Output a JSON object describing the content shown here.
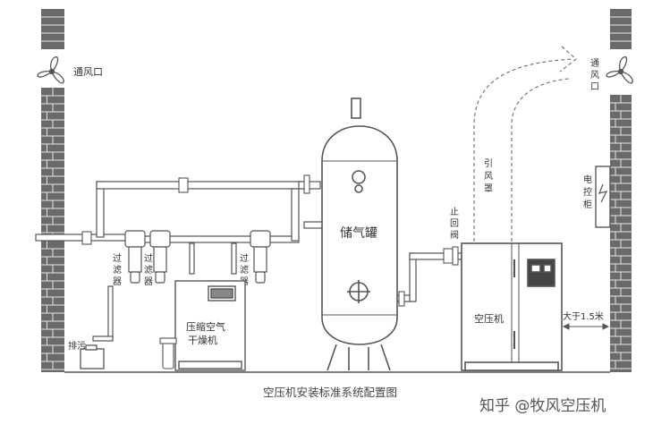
{
  "labels": {
    "vent_left": "通风口",
    "vent_right_col": [
      "通",
      "风",
      "口"
    ],
    "filter_1_col": [
      "过",
      "滤",
      "器"
    ],
    "filter_2_col": [
      "过",
      "滤",
      "器"
    ],
    "filter_3_col": [
      "过",
      "滤",
      "器"
    ],
    "dryer_line1": "压缩空气",
    "dryer_line2": "干燥机",
    "tank": "储气罐",
    "check_valve_col": [
      "止",
      "回",
      "阀"
    ],
    "duct_col": [
      "引",
      "风",
      "罩"
    ],
    "panel_col": [
      "电",
      "控",
      "柜"
    ],
    "compressor": "空压机",
    "distance": "大于1.5米",
    "drain": "排污"
  },
  "caption": "空压机安装标准系统配置图",
  "watermark": "知乎 @牧风空压机",
  "colors": {
    "line": "#555555",
    "wall_fill": "#6a6a6a",
    "brick_line": "#e0e0e0",
    "pipe_fill": "#ffffff"
  }
}
